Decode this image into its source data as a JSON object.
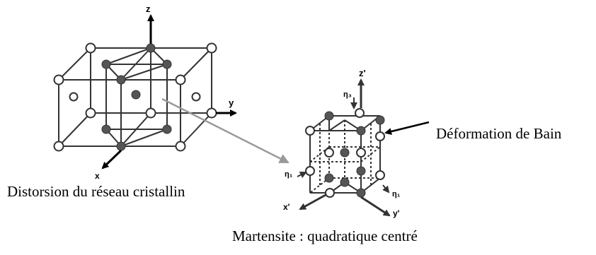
{
  "left_cell": {
    "axis_z": "z",
    "axis_y": "y",
    "axis_x": "x",
    "caption": "Distorsion du réseau cristallin"
  },
  "right_cell": {
    "axis_z": "z'",
    "axis_y": "y'",
    "axis_x": "x'",
    "eta_1_left": "η₁",
    "eta_1_right": "η₁",
    "eta_3": "η₃",
    "caption": "Martensite : quadratique centré"
  },
  "annotation": {
    "label": "Déformation de Bain"
  },
  "colors": {
    "line": "#333333",
    "filled_atom": "#555555",
    "open_atom": "#ffffff",
    "transition_arrow": "#999999"
  }
}
